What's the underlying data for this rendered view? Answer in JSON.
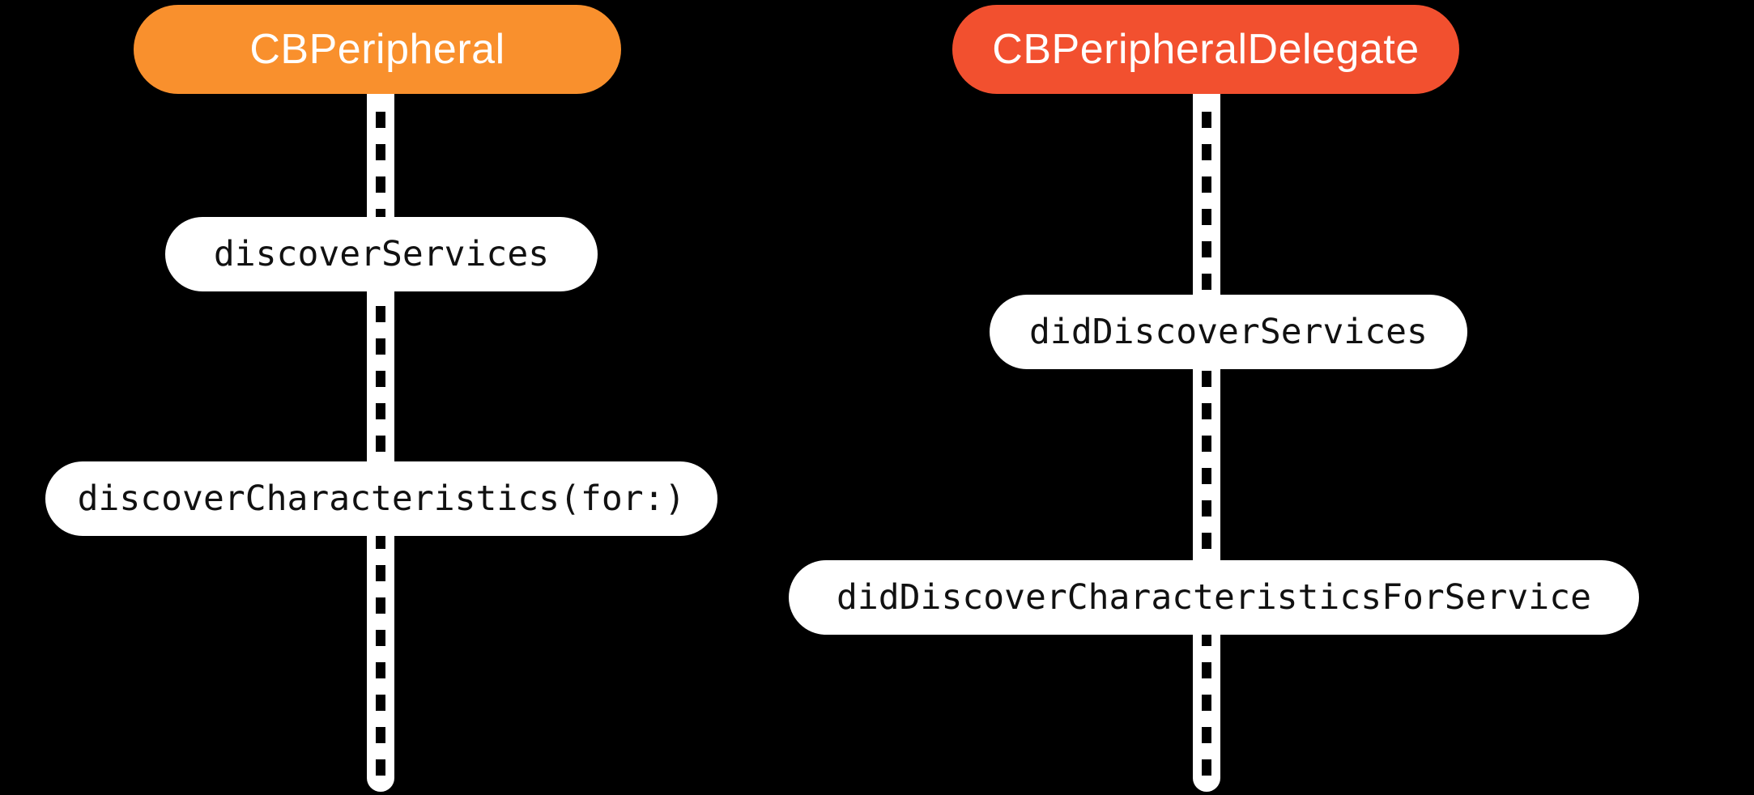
{
  "diagram": {
    "background_color": "#000000",
    "actors": [
      {
        "id": "peripheral",
        "label": "CBPeripheral",
        "color": "#F9902D"
      },
      {
        "id": "delegate",
        "label": "CBPeripheralDelegate",
        "color": "#F2502F"
      }
    ],
    "lifeline_style": {
      "stripe_color": "#FFFFFF",
      "dash_color": "#000000"
    },
    "messages": [
      {
        "lifeline": "peripheral",
        "label": "discoverServices"
      },
      {
        "lifeline": "delegate",
        "label": "didDiscoverServices"
      },
      {
        "lifeline": "peripheral",
        "label": "discoverCharacteristics(for:)"
      },
      {
        "lifeline": "delegate",
        "label": "didDiscoverCharacteristicsForService"
      }
    ]
  }
}
